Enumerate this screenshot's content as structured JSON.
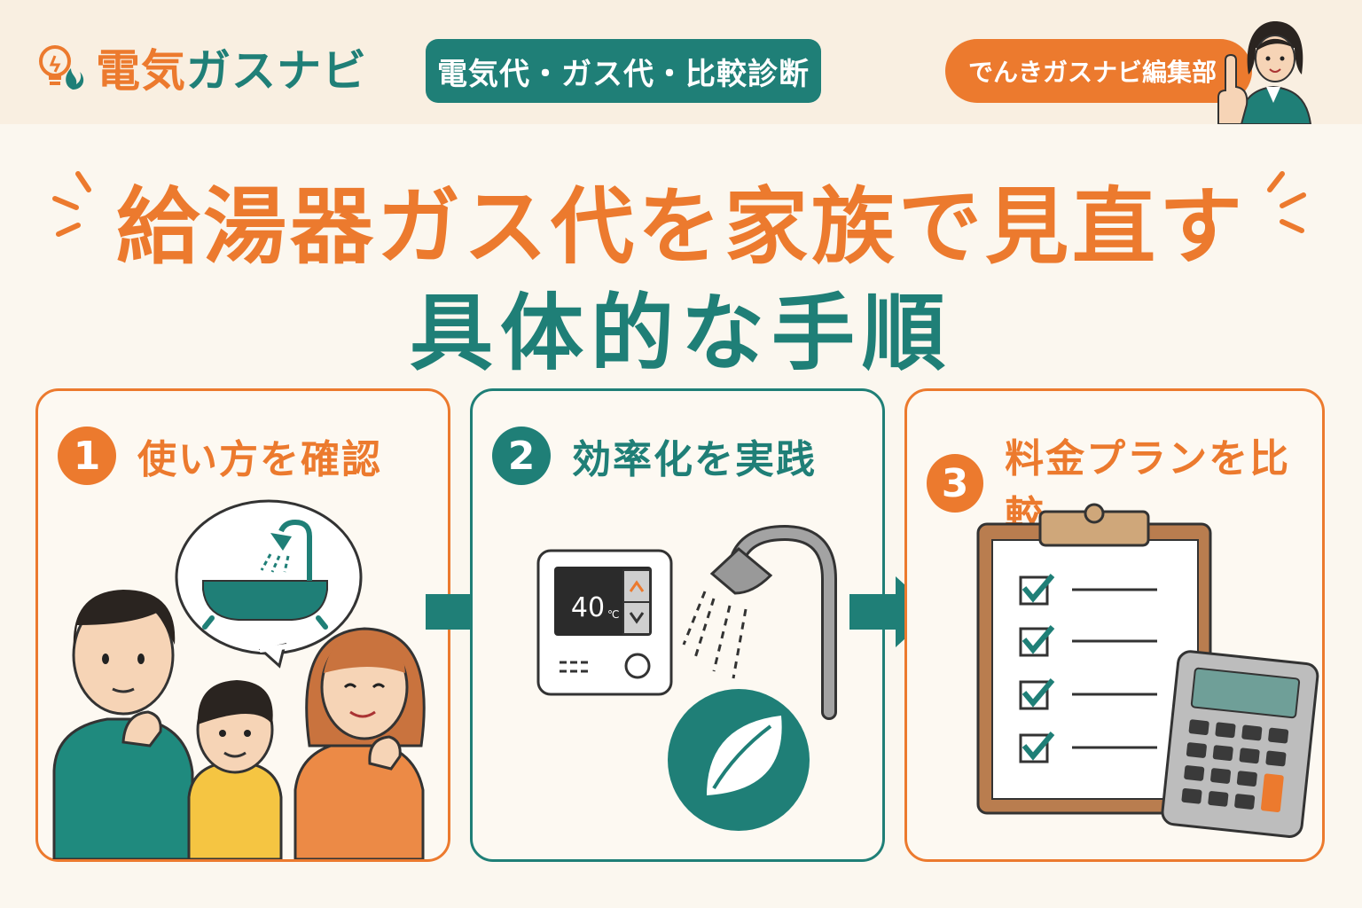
{
  "brand": {
    "part1": "電気",
    "part2": "ガスナビ"
  },
  "header": {
    "tagline": "電気代・ガス代・比較診断",
    "editor": "でんきガスナビ編集部"
  },
  "title": {
    "line1": "給湯器ガス代を家族で見直す",
    "line2": "具体的な手順"
  },
  "steps": [
    {
      "number": "1",
      "label": "使い方を確認"
    },
    {
      "number": "2",
      "label": "効率化を実践"
    },
    {
      "number": "3",
      "label": "料金プランを比較"
    }
  ],
  "controller": {
    "temperature": "40",
    "unit": "℃"
  },
  "colors": {
    "orange": "#ec7a2e",
    "teal": "#1f7f77",
    "background": "#fbf7ef"
  },
  "icons": [
    "bulb-flame-icon",
    "bathtub-icon",
    "shower-icon",
    "leaf-icon",
    "clipboard-icon",
    "calculator-icon",
    "arrow-right-icon",
    "check-icon"
  ]
}
